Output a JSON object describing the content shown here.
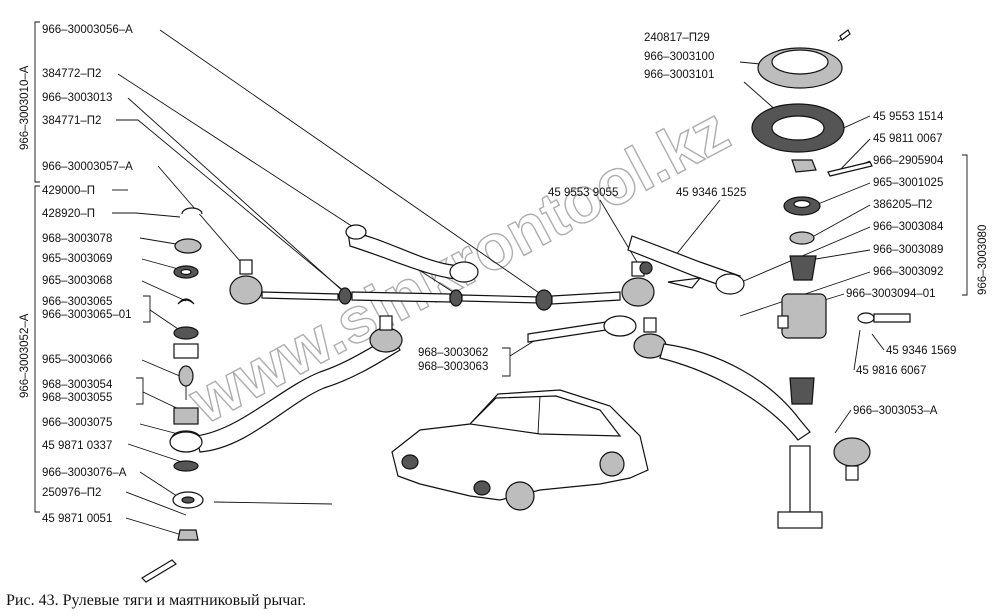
{
  "figure": {
    "caption": "Рис. 43. Рулевые тяги и маятниковый рычаг.",
    "watermark": "www.sinkrontool.kz"
  },
  "groups": {
    "left_assembly_top": "966–3003010–А",
    "left_assembly_bottom": "966–3003052–А",
    "right_assembly": "966–3003080"
  },
  "labels_left": [
    "966–30003056–А",
    "384772–П2",
    "966–3003013",
    "384771–П2",
    "966–30003057–А",
    "429000–П",
    "428920–П",
    "968–3003078",
    "965–3003069",
    "965–3003068",
    "966–3003065",
    "966–3003065–01",
    "965–3003066",
    "968–3003054",
    "968–3003055",
    "966–3003075",
    "45 9871 0337",
    "966–3003076–А",
    "250976–П2",
    "45 9871 0051"
  ],
  "labels_center": [
    "45 9553 9055",
    "45 9346 1525",
    "968–3003062",
    "968–3003063"
  ],
  "labels_right": [
    "240817–П29",
    "966–3003100",
    "966–3003101",
    "45 9553 1514",
    "45 9811 0067",
    "966–2905904",
    "965–3001025",
    "386205–П2",
    "966–3003084",
    "966–3003089",
    "966–3003092",
    "966–3003094–01",
    "45 9346 1569",
    "45 9816 6067",
    "966–3003053–А"
  ]
}
